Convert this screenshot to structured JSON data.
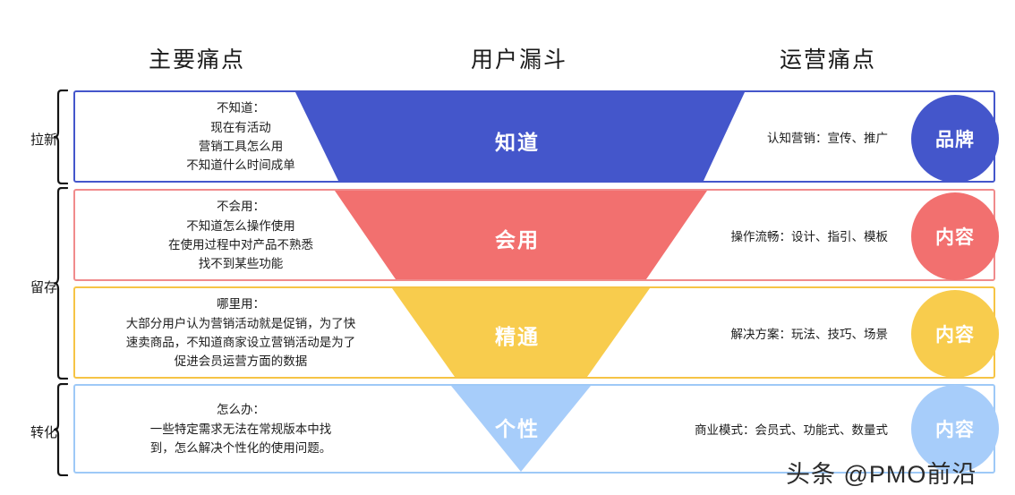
{
  "headers": {
    "pain": "主要痛点",
    "funnel": "用户漏斗",
    "ops": "运营痛点"
  },
  "stages": [
    {
      "label": "拉新"
    },
    {
      "label": "留存"
    },
    {
      "label": "转化"
    }
  ],
  "rows": [
    {
      "funnel_label": "知道",
      "color": "#4456cb",
      "pain_lines": [
        "不知道：",
        "现在有活动",
        "营销工具怎么用",
        "不知道什么时间成单"
      ],
      "ops_text": "认知营销：宣传、推广",
      "circle_label": "品牌"
    },
    {
      "funnel_label": "会用",
      "color": "#f2706f",
      "pain_lines": [
        "不会用：",
        "不知道怎么操作使用",
        "在使用过程中对产品不熟悉",
        "找不到某些功能"
      ],
      "ops_text": "操作流畅：设计、指引、模板",
      "circle_label": "内容"
    },
    {
      "funnel_label": "精通",
      "color": "#f8cc4d",
      "pain_lines": [
        "哪里用：",
        "大部分用户认为营销活动就是促销，为了快",
        "速卖商品，不知道商家设立营销活动是为了",
        "促进会员运营方面的数据"
      ],
      "ops_text": "解决方案：玩法、技巧、场景",
      "circle_label": "内容"
    },
    {
      "funnel_label": "个性",
      "color": "#a7cdfa",
      "pain_lines": [
        "怎么办：",
        "一些特定需求无法在常规版本中找",
        "到，怎么解决个性化的使用问题。"
      ],
      "ops_text": "商业模式：会员式、功能式、数量式",
      "circle_label": "内容"
    }
  ],
  "watermark": "头条 @PMO前沿"
}
